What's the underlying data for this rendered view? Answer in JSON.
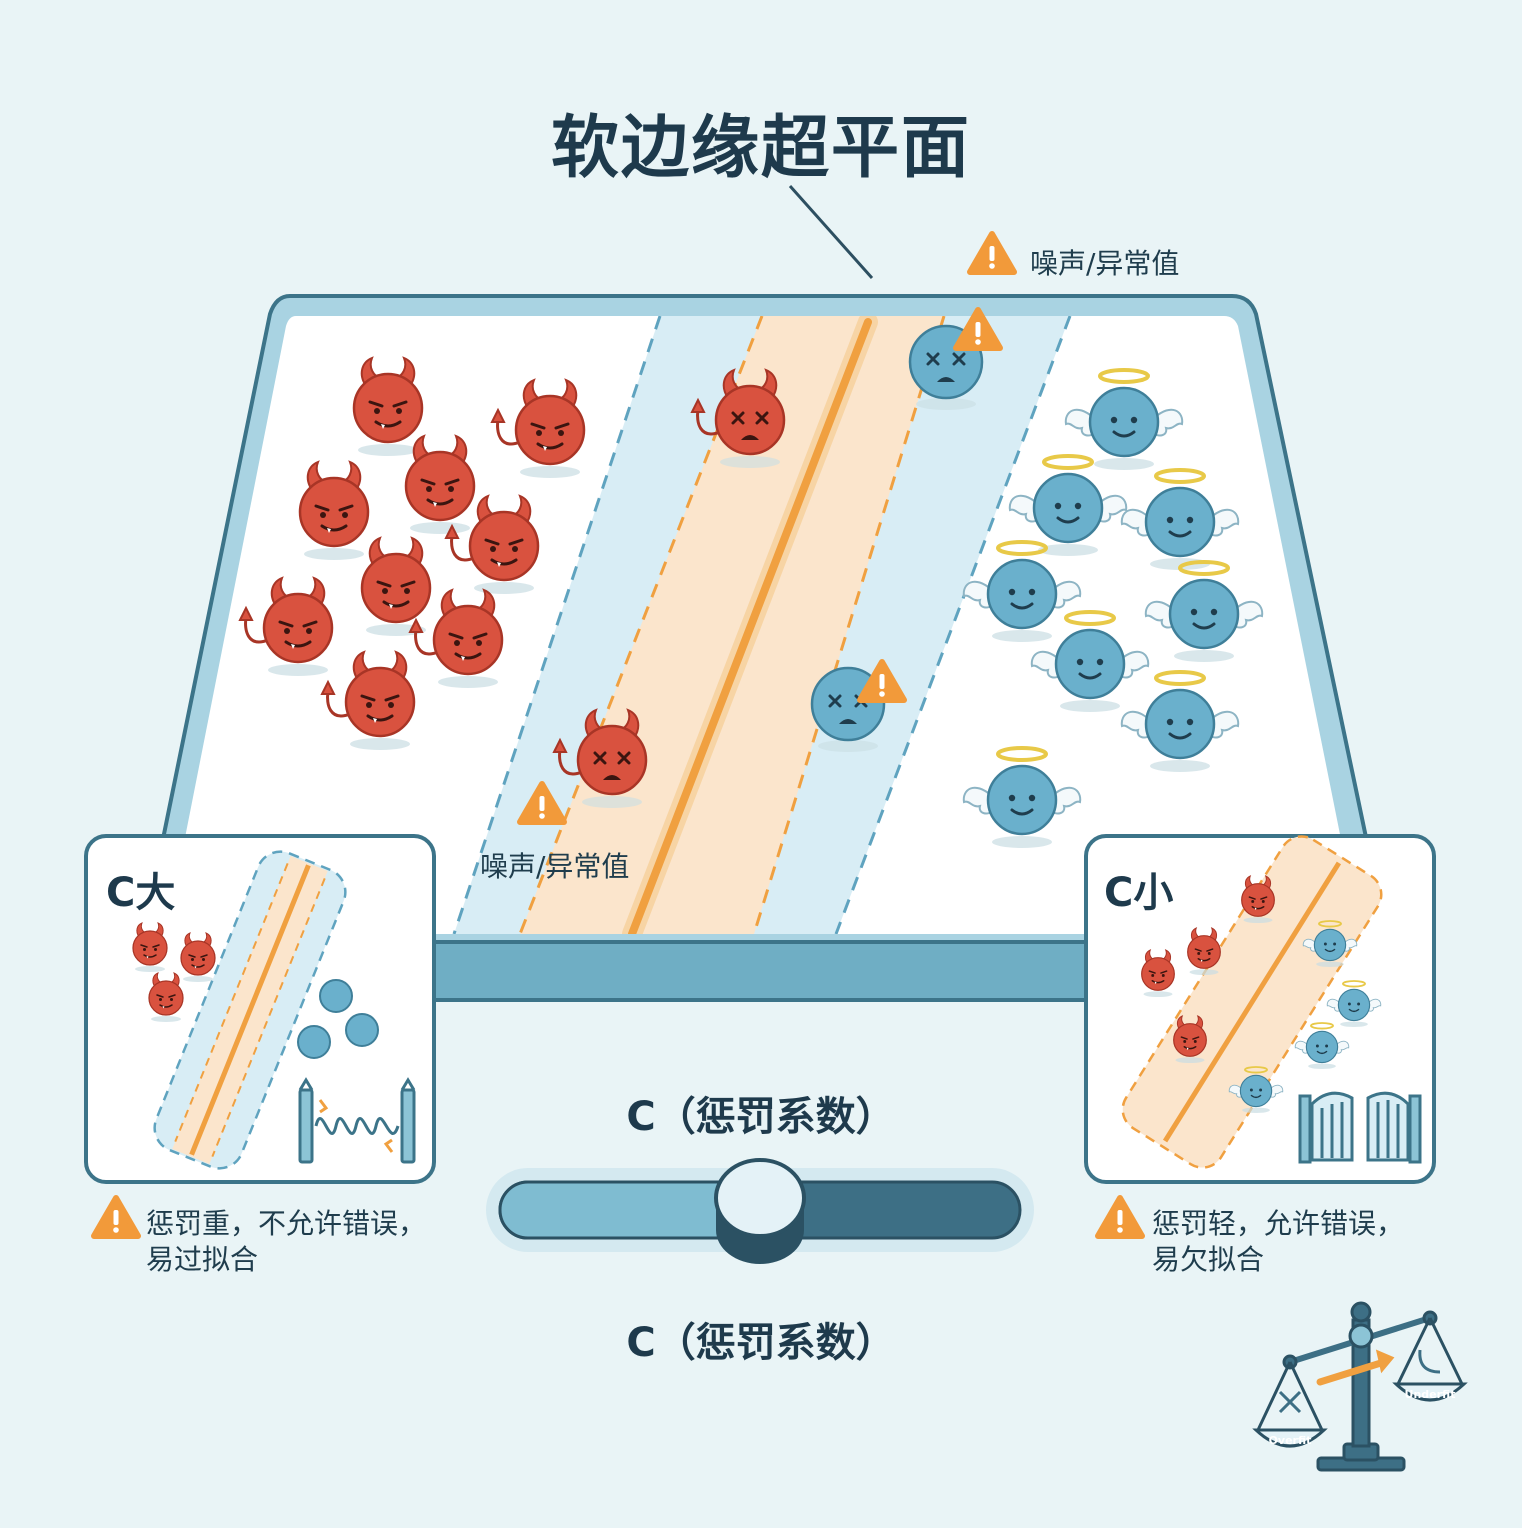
{
  "title": "软边缘超平面",
  "noise_label_top": "噪声/异常值",
  "noise_label_left": "噪声/异常值",
  "panel_left": {
    "title": "C大",
    "caption_line1": "惩罚重，不允许错误，",
    "caption_line2": "易过拟合"
  },
  "panel_right": {
    "title": "C小",
    "caption_line1": "惩罚轻，允许错误，",
    "caption_line2": "易欠拟合"
  },
  "slider": {
    "label_top": "C（惩罚系数）",
    "label_bottom": "C（惩罚系数）",
    "value": 0.47
  },
  "scale": {
    "left_label": "Overfit",
    "right_label": "Underfit"
  },
  "colors": {
    "devil": "#d9523f",
    "angel": "#6ab0cc",
    "hyperplane": "#f0a040",
    "warning": "#f29a3a",
    "margin_blue": "#cce6f0",
    "margin_orange": "#fbe5cc"
  }
}
